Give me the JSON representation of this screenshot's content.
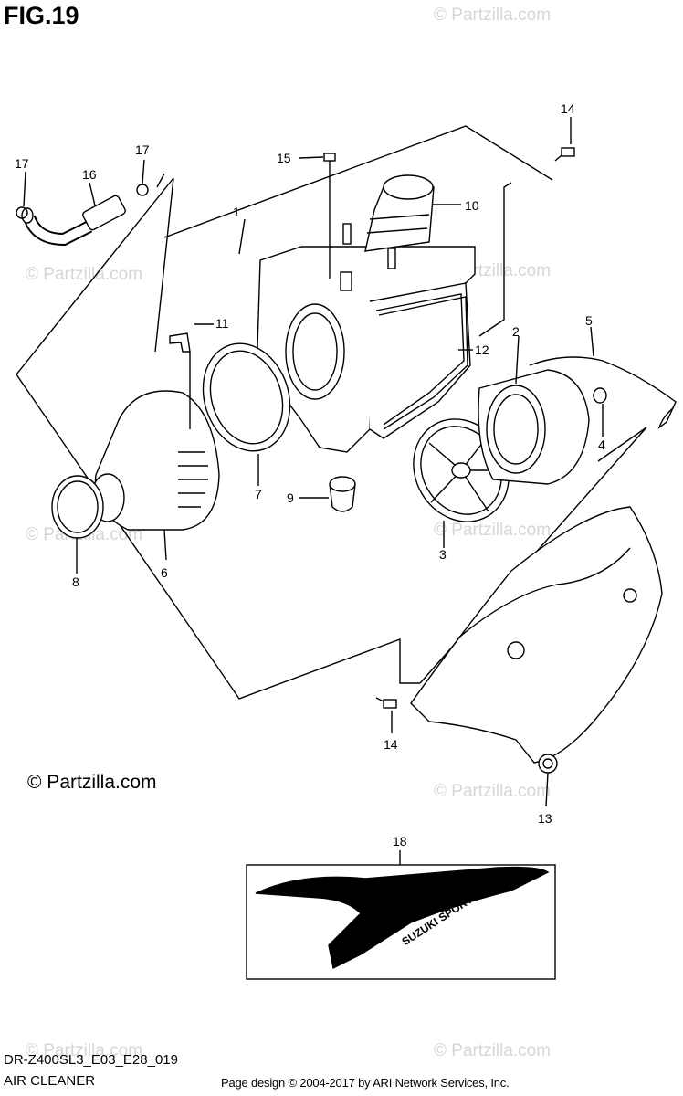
{
  "figure": {
    "title": "FIG.19",
    "code": "DR-Z400SL3_E03_E28_019",
    "subtitle": "AIR CLEANER",
    "footer": "Page design © 2004-2017 by ARI Network Services, Inc.",
    "copyright": "© Partzilla.com",
    "watermark": "© Partzilla.com"
  },
  "callouts": [
    "1",
    "2",
    "3",
    "4",
    "5",
    "6",
    "7",
    "8",
    "9",
    "10",
    "11",
    "12",
    "13",
    "14",
    "14",
    "15",
    "16",
    "17",
    "17",
    "18"
  ],
  "decal_text": "SUZUKI SPORT"
}
